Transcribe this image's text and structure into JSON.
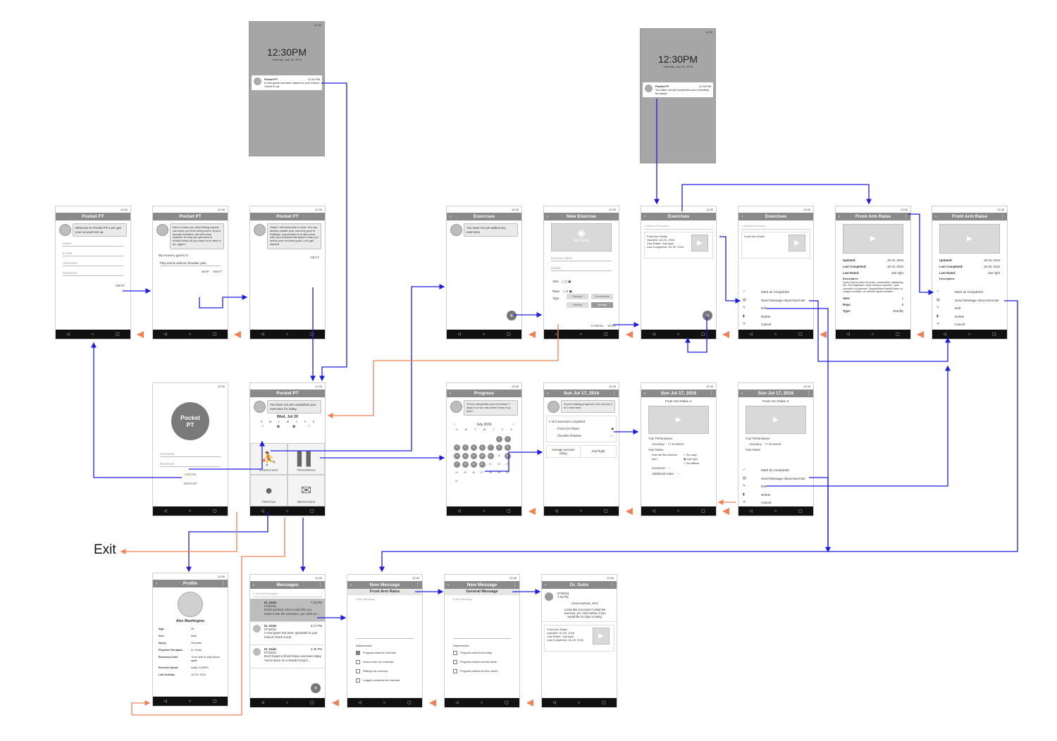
{
  "status_time": "12:30",
  "nav_buttons": [
    "◁",
    "○",
    "▢"
  ],
  "exit_label": "Exit",
  "lock1": {
    "time": "12:30PM",
    "date": "Saturday, July 16, 2016",
    "notif_title": "Pocket PT",
    "notif_time": "12:30 PM",
    "notif_text": "A new game has been added to your Kinect! Check it out."
  },
  "lock2": {
    "time": "12:30PM",
    "date": "Saturday, July 16, 2016",
    "notif_title": "Pocket PT",
    "notif_time": "12:30 PM",
    "notif_text": "You have not yet completed your exercises for today!"
  },
  "onboard1": {
    "title": "Pocket PT",
    "bubble": "Welcome to Pocket PT! Let's get your account set up.",
    "fields": [
      "Name",
      "E-mail",
      "Username",
      "Password"
    ],
    "next": "NEXT"
  },
  "onboard2": {
    "title": "Pocket PT",
    "bubble": "Nice to meet you, Alex! Being injured can keep you from doing some of your favorite activities, but let's work together to help you get back to health! What do you hope to be able to do, again?",
    "prompt": "My recovery goal is to",
    "goal": "Play tennis without shoulder pain",
    "skip": "SKIP",
    "next": "NEXT"
  },
  "onboard3": {
    "title": "Pocket PT",
    "bubble": "Okay! I will keep that in mind. You can always update your recovery goal in Settings. A good idea is to also work with your physical therapist to help you define your recovery goal. Let's get started!",
    "next": "NEXT"
  },
  "login": {
    "logo": "Pocket PT",
    "fields": [
      "Username",
      "Password"
    ],
    "login": "LOG IN",
    "signup": "SIGN UP"
  },
  "home": {
    "title": "Pocket PT",
    "bubble": "You have not yet completed your exercises for today.",
    "date": "Wed, Jul 20",
    "days": [
      "S",
      "M",
      "T",
      "W",
      "T",
      "F",
      "S"
    ],
    "tiles": [
      "EXERCISES",
      "PROGRESS",
      "PROFILE",
      "MESSAGES"
    ]
  },
  "exercises_empty": {
    "title": "Exercises",
    "bubble": "You have not yet added any exercises."
  },
  "new_exercise": {
    "title": "New Exercise",
    "add_video": "Add Video",
    "name": "Exercise Name",
    "details": "Details",
    "sets": "Sets",
    "reps": "Reps",
    "type": "Type",
    "types": [
      "Strength",
      "Coordination",
      "Stability",
      "Mobility"
    ],
    "cancel": "CANCEL",
    "save": "SAVE"
  },
  "exercises_list": {
    "title": "Exercises",
    "search": "Search Exercises",
    "item_title": "Front Arm Raise",
    "item_lines": [
      "Updated: Jul 20, 2016",
      "Last Rated: Just right",
      "Last Completed: Jul 20, 2016"
    ]
  },
  "exercises_menu": {
    "title": "Exercises",
    "search": "Search Exercises",
    "item_title": "Front Arm Raise",
    "menu": [
      "Mark as Completed",
      "Send Message About Exercise",
      "Edit",
      "Delete",
      "Cancel"
    ]
  },
  "front_raise": {
    "title": "Front Arm Raise",
    "rows": [
      [
        "Updated:",
        "Jul 20, 2016"
      ],
      [
        "Last Completed:",
        "Jul 20, 2016"
      ],
      [
        "Last Rated:",
        "Just right"
      ]
    ],
    "desc_label": "Description:",
    "desc": "Lorem ipsum dolor sit amet, consectetur adipiscing elit. Sed dignissim nulla a tempor posuere, quis convallis mi placerat. Suspendisse blandit libero ut congue sodales, ac ultricies ligula sodales.",
    "rows2": [
      [
        "Sets:",
        "1"
      ],
      [
        "Reps:",
        "8"
      ],
      [
        "Type:",
        "Mobility"
      ]
    ]
  },
  "front_raise_menu": {
    "title": "Front Arm Raise",
    "menu": [
      "Mark as Completed",
      "Send Message About Exercise",
      "Edit",
      "Delete",
      "Cancel"
    ]
  },
  "progress": {
    "title": "Progress",
    "bubble": "You've completed your exercises 2 days in a row, this week! Keep it up, Alex!",
    "month": "July 2016",
    "days": [
      "S",
      "M",
      "T",
      "W",
      "T",
      "F",
      "S"
    ]
  },
  "day1": {
    "title": "Sun Jul 17, 2016",
    "bubble": "You're making progress! Let's aim for 2 of 2 next time.",
    "summary": "1 of 2 exercises completed",
    "items": [
      "Front Arm Raise",
      "Shoulder Rotation"
    ],
    "avg_label": "Average exercise rating",
    "avg_value": "Just Right"
  },
  "day2": {
    "title": "Sun Jul 17, 2016",
    "subtitle": "Front Arm Raise",
    "perf": "Your Performance",
    "accuracy_label": "Accuracy:",
    "accuracy": "7 / 8 correct",
    "notes": "Your Notes",
    "feel_q": "How did this exercise feel?",
    "feel_opts": [
      "Too easy",
      "Just right",
      "Too difficult"
    ],
    "concerns": "Concerns:",
    "additional": "Additional notes:"
  },
  "day3": {
    "title": "Sun Jul 17, 2016",
    "subtitle": "Front Arm Raise",
    "perf": "Your Performance",
    "accuracy_label": "Accuracy:",
    "accuracy": "7 / 8 correct",
    "notes": "Your Notes",
    "menu": [
      "Mark as Completed",
      "Send Message About Exercise",
      "Edit",
      "Delete",
      "Cancel"
    ]
  },
  "profile": {
    "title": "Profile",
    "name": "Alex Washington",
    "rows": [
      [
        "Age:",
        "25"
      ],
      [
        "Sex:",
        "Male"
      ],
      [
        "Injury:",
        "Shoulder"
      ],
      [
        "Physical Therapist:",
        "Dr. Dubs"
      ],
      [
        "Recovery Goal:",
        "To be able to play tennis again"
      ],
      [
        "Exercise Alarm:",
        "Daily | 5:00PM"
      ],
      [
        "Last Activity:",
        "Jul 20, 2016"
      ]
    ]
  },
  "messages": {
    "title": "Messages",
    "search": "Search Messages",
    "items": [
      {
        "from": "Dr. Dubs",
        "date": "07/20/16",
        "time": "7:25 PM",
        "text": "Great workout, Alex! Looks like you haven't rate the exercises, yet. Click on..."
      },
      {
        "from": "Dr. Dubs",
        "date": "07/18/16",
        "time": "6:17 PM",
        "text": "A new game has been uploaded to your Kinect! Check it out!"
      },
      {
        "from": "Dr. Dubs",
        "date": "07/16/16",
        "time": "2:45 PM",
        "text": "Don't forget to finish those exercises today. You've been on a streak! Keep it..."
      }
    ]
  },
  "new_msg1": {
    "title": "New Message",
    "subject": "Front Arm Raise",
    "placeholder": "Enter Message",
    "attach": "Attachments:",
    "options": [
      "Progress data for exercise",
      "Kinect video for exercise",
      "Ratings for exercise",
      "Logged concerns for exercise"
    ]
  },
  "new_msg2": {
    "title": "New Message",
    "subject": "General Message",
    "placeholder": "Enter Message",
    "attach": "Attachments:",
    "options": [
      "Progress data from today",
      "Progress data from this week",
      "Progress data from this month"
    ]
  },
  "thread": {
    "title": "Dr. Dubs",
    "date": "07/20/16",
    "time": "7:25 PM",
    "text1": "Great workout, Alex!",
    "text2": "Looks like you haven't rated the exercise, yet. Click below, if you would like to input a rating.",
    "item_title": "Front Arm Raise",
    "item_lines": [
      "Updated: Jul 20, 2016",
      "Last Rated: Just right",
      "Last Completed: Jul 20, 2016"
    ]
  },
  "colors": {
    "blue": "#1d1de0",
    "orange": "#f08055",
    "title_bar": "#8a8a8a"
  }
}
